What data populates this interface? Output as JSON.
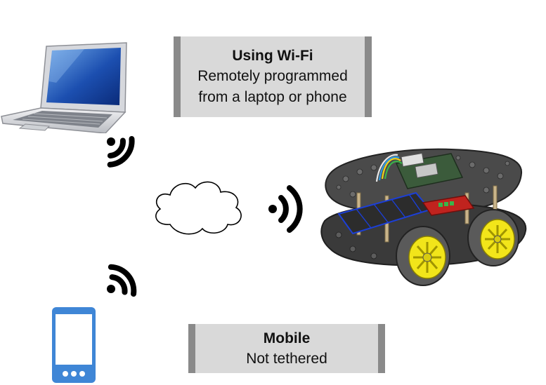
{
  "wifi_box": {
    "title": "Using Wi-Fi",
    "line1": "Remotely programmed",
    "line2": "from a laptop or phone"
  },
  "mobile_box": {
    "title": "Mobile",
    "line1": "Not tethered"
  },
  "icons": [
    "laptop-icon",
    "wifi-signal-icon",
    "cloud-icon",
    "robot-car-image",
    "phone-icon"
  ],
  "colors": {
    "signal": "#000000",
    "phone_blue": "#3f86d6",
    "box_fill": "#d9d9d9",
    "box_border": "#8a8a8a",
    "wheel_yellow": "#f2e51a"
  }
}
